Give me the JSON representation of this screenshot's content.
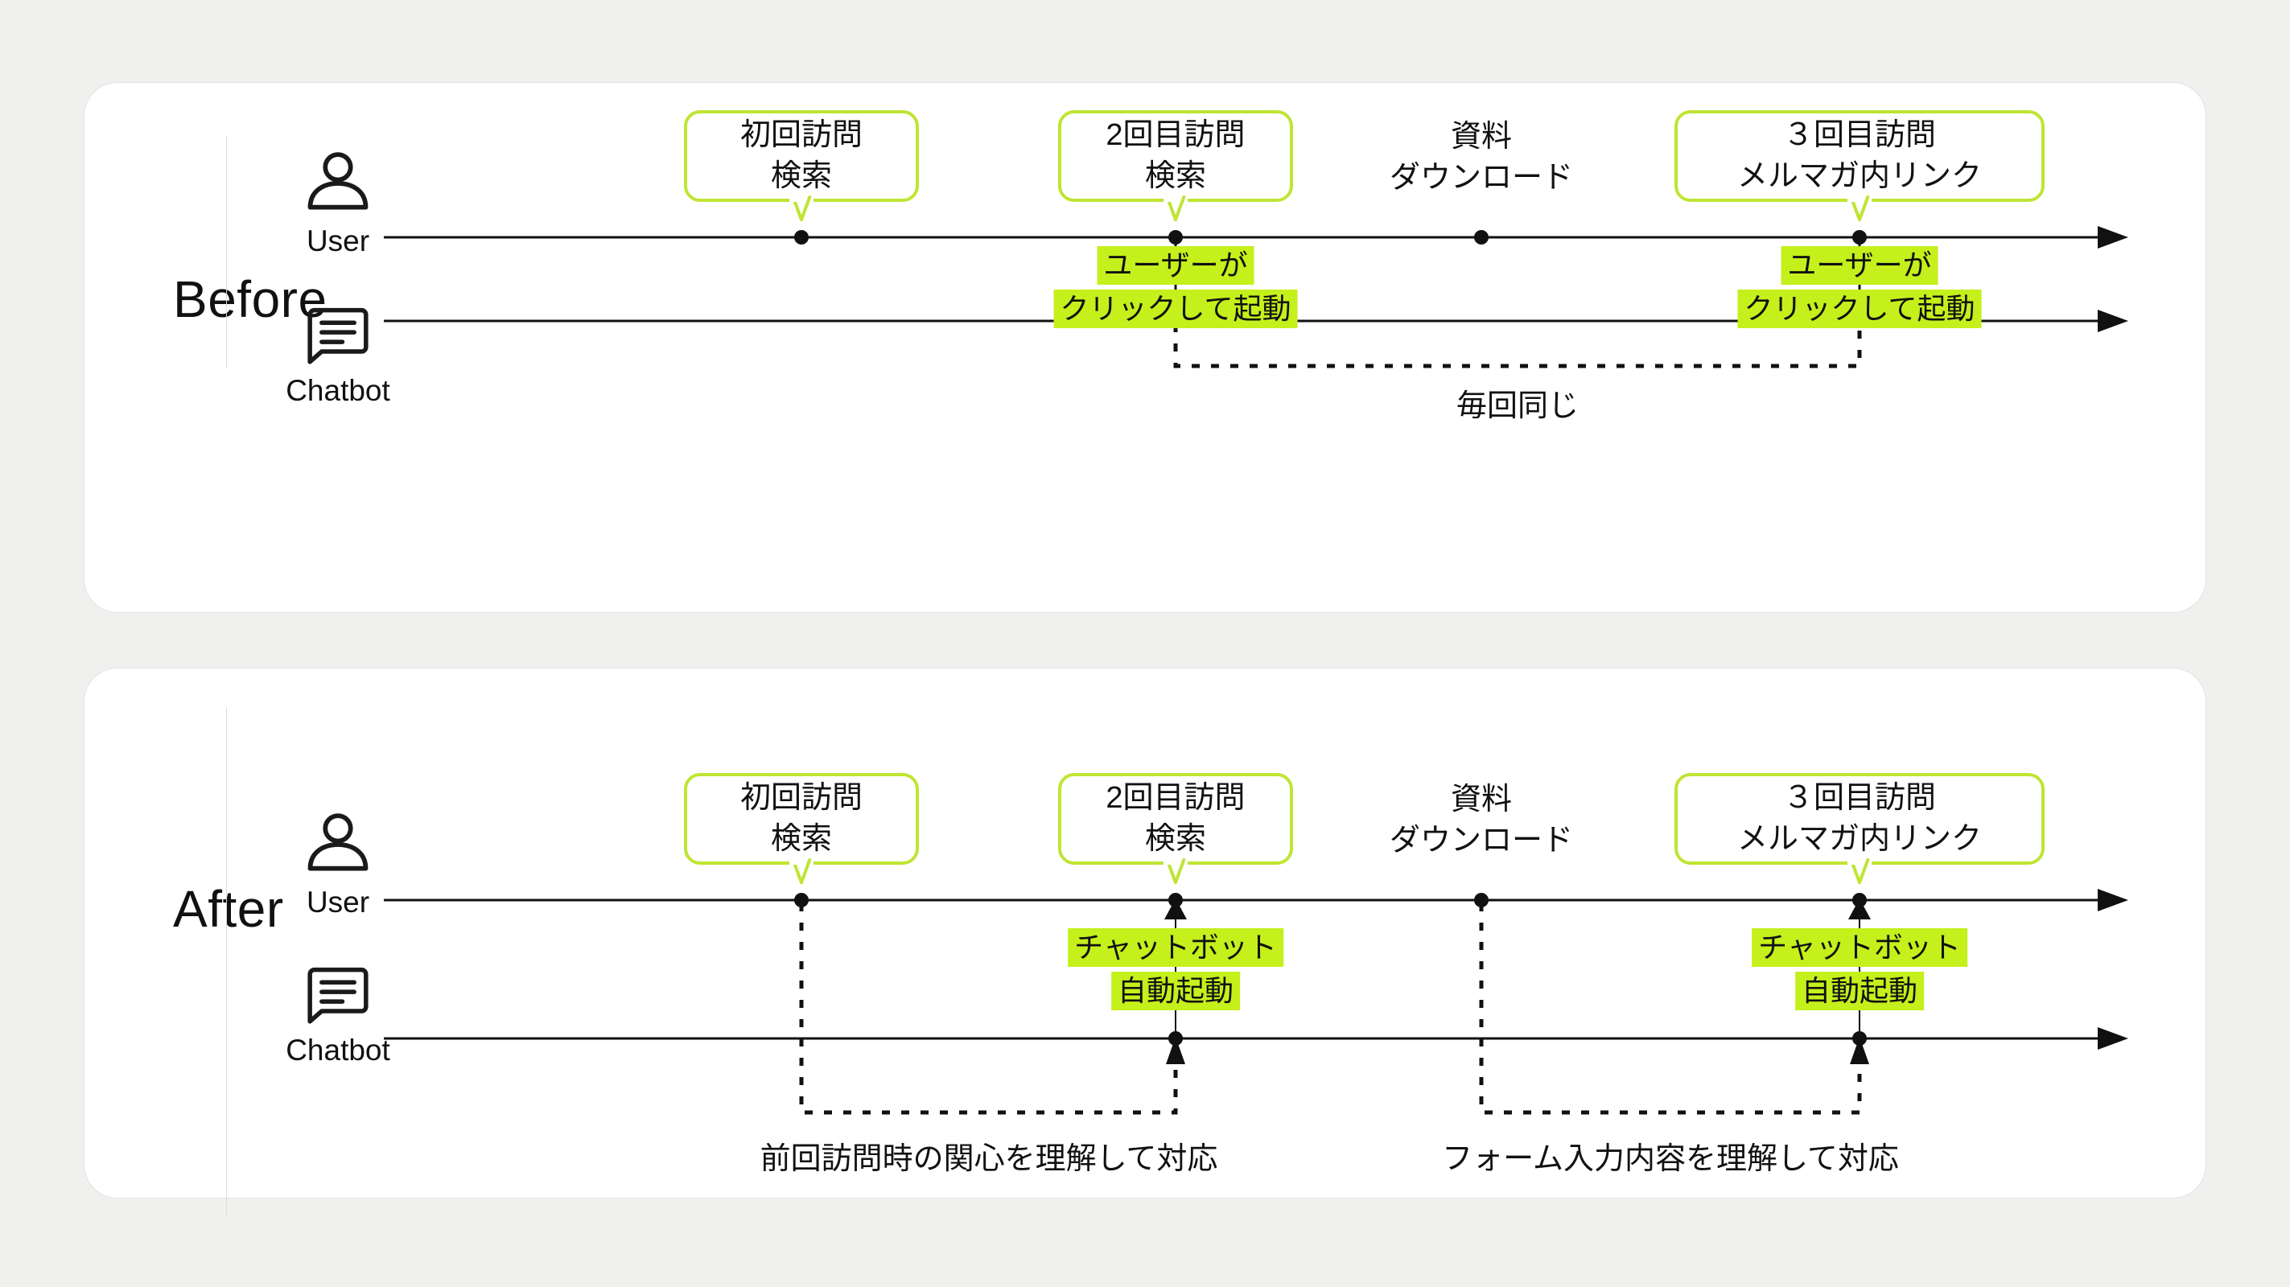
{
  "page": {
    "background_color": "#F0F0EE",
    "card_color": "#FFFFFF",
    "accent_color": "#BFE532",
    "highlight_color": "#C4F01B",
    "line_color": "#111111"
  },
  "sections": [
    {
      "id": "before",
      "stage_label": "Before",
      "actors": [
        {
          "name": "user",
          "icon": "user-icon",
          "caption": "User"
        },
        {
          "name": "chatbot",
          "icon": "chat-bubble-icon",
          "caption": "Chatbot"
        }
      ],
      "timeline_points": [
        {
          "id": "visit1",
          "boxed": true,
          "lines": [
            "初回訪問",
            "検索"
          ]
        },
        {
          "id": "visit2",
          "boxed": true,
          "lines": [
            "2回目訪問",
            "検索"
          ]
        },
        {
          "id": "download",
          "boxed": false,
          "lines": [
            "資料",
            "ダウンロード"
          ]
        },
        {
          "id": "visit3",
          "boxed": true,
          "lines": [
            "３回目訪問",
            "メルマガ内リンク"
          ]
        }
      ],
      "annotations": [
        {
          "id": "trigger-visit2",
          "direction": "down",
          "lines": [
            "ユーザーが",
            "クリックして起動"
          ]
        },
        {
          "id": "trigger-visit3",
          "direction": "down",
          "lines": [
            "ユーザーが",
            "クリックして起動"
          ]
        }
      ],
      "brackets": [
        {
          "id": "same-every-time",
          "caption": "毎回同じ"
        }
      ]
    },
    {
      "id": "after",
      "stage_label": "After",
      "actors": [
        {
          "name": "user",
          "icon": "user-icon",
          "caption": "User"
        },
        {
          "name": "chatbot",
          "icon": "chat-bubble-icon",
          "caption": "Chatbot"
        }
      ],
      "timeline_points": [
        {
          "id": "visit1",
          "boxed": true,
          "lines": [
            "初回訪問",
            "検索"
          ]
        },
        {
          "id": "visit2",
          "boxed": true,
          "lines": [
            "2回目訪問",
            "検索"
          ]
        },
        {
          "id": "download",
          "boxed": false,
          "lines": [
            "資料",
            "ダウンロード"
          ]
        },
        {
          "id": "visit3",
          "boxed": true,
          "lines": [
            "３回目訪問",
            "メルマガ内リンク"
          ]
        }
      ],
      "annotations": [
        {
          "id": "auto-visit2",
          "direction": "up",
          "lines": [
            "チャットボット",
            "自動起動"
          ]
        },
        {
          "id": "auto-visit3",
          "direction": "up",
          "lines": [
            "チャットボット",
            "自動起動"
          ]
        }
      ],
      "brackets": [
        {
          "id": "prev-interest",
          "caption": "前回訪問時の関心を理解して対応"
        },
        {
          "id": "form-input",
          "caption": "フォーム入力内容を理解して対応"
        }
      ]
    }
  ]
}
